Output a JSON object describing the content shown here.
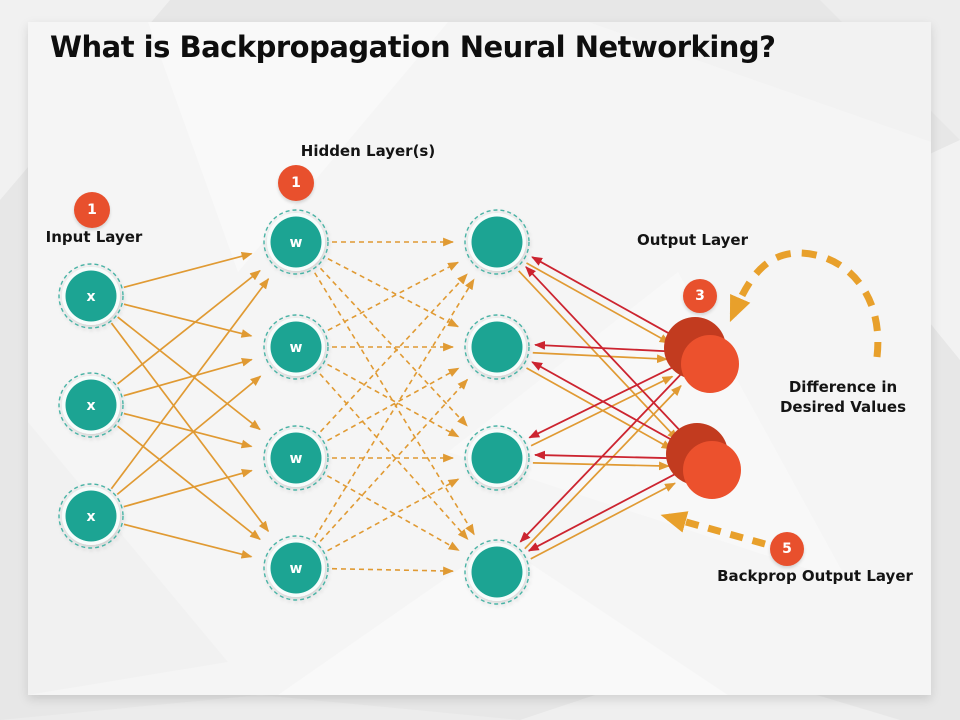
{
  "title": "What is Backpropagation Neural Networking?",
  "labels": {
    "input": "Input Layer",
    "hidden": "Hidden Layer(s)",
    "output": "Output Layer",
    "difference_line1": "Difference in",
    "difference_line2": "Desired Values",
    "backprop": "Backprop Output Layer"
  },
  "badges": [
    {
      "name": "badge-input-step",
      "label": "1"
    },
    {
      "name": "badge-hidden-step",
      "label": "1"
    },
    {
      "name": "badge-output-step",
      "label": "3"
    },
    {
      "name": "badge-backprop-step",
      "label": "5"
    }
  ],
  "network": {
    "input_nodes": [
      {
        "label": "x"
      },
      {
        "label": "x"
      },
      {
        "label": "x"
      }
    ],
    "hidden_layer_1_nodes": [
      {
        "label": "w"
      },
      {
        "label": "w"
      },
      {
        "label": "w"
      },
      {
        "label": "w"
      }
    ],
    "hidden_layer_2_nodes": [
      {
        "label": ""
      },
      {
        "label": ""
      },
      {
        "label": ""
      },
      {
        "label": ""
      }
    ],
    "output_nodes": [
      {
        "label": ""
      },
      {
        "label": ""
      }
    ]
  },
  "colors": {
    "teal": "#1FA493",
    "teal_dash": "#4AB3A5",
    "orange": "#E09A33",
    "red": "#CC2430",
    "gold": "#E8A02B",
    "badge": "#E8502D",
    "output_dark": "#C23B1F",
    "output_bright": "#EC512D",
    "text": "#141414"
  }
}
